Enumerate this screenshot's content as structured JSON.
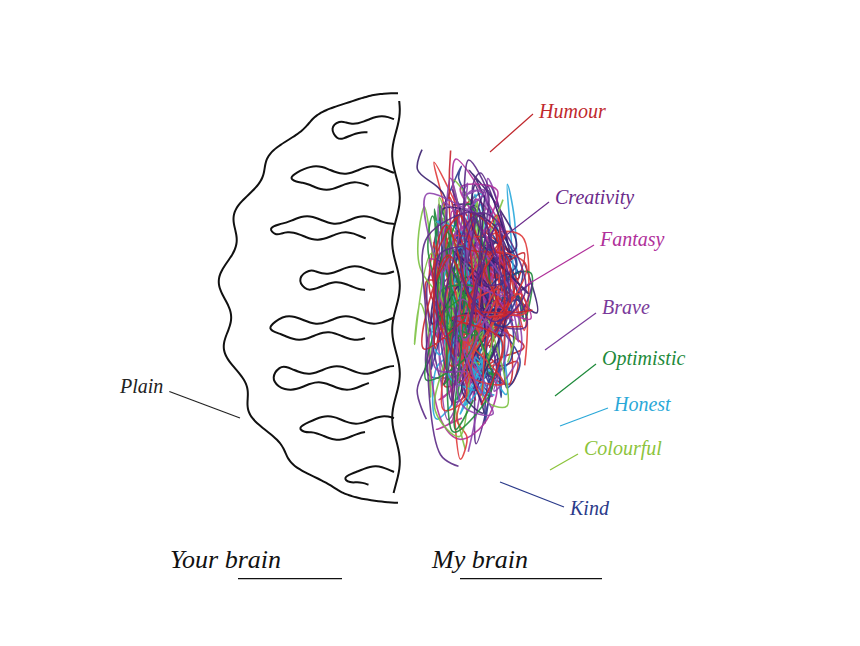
{
  "diagram": {
    "labels": [
      "Humour",
      "Creativity",
      "Fantasy",
      "Brave",
      "Optimistic",
      "Honest",
      "Colourful",
      "Kind",
      "Plain",
      "Your brain",
      "My brain"
    ]
  }
}
